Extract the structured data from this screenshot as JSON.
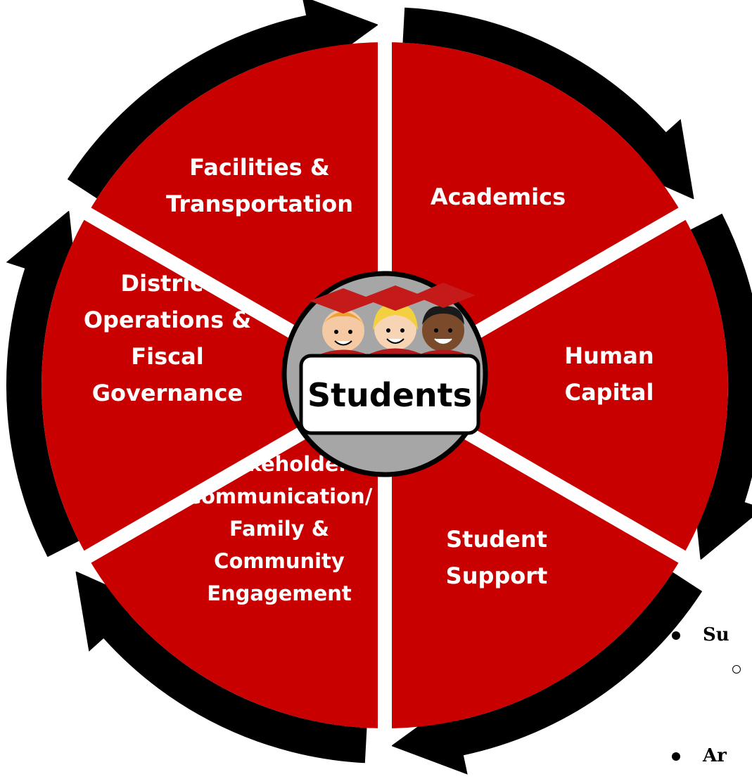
{
  "colors": {
    "segment": "#c80000",
    "ring": "#000000",
    "divider": "#ffffff",
    "hub": "#a6a6a6",
    "label_box": "#ffffff"
  },
  "center": {
    "label": "Students",
    "illustration": "three-graduate-children"
  },
  "segments": [
    {
      "name": "academics",
      "lines": [
        "Academics"
      ]
    },
    {
      "name": "human-capital",
      "lines": [
        "Human",
        "Capital"
      ]
    },
    {
      "name": "student-support",
      "lines": [
        "Student",
        "Support"
      ]
    },
    {
      "name": "stakeholder-communication",
      "lines": [
        "Stakeholder",
        "Communication/",
        "Family &",
        "Community",
        "Engagement"
      ]
    },
    {
      "name": "district-operations",
      "lines": [
        "District",
        "Operations &",
        "Fiscal",
        "Governance"
      ]
    },
    {
      "name": "facilities-transportation",
      "lines": [
        "Facilities &",
        "Transportation"
      ]
    }
  ],
  "bullets": [
    {
      "type": "bullet",
      "text": "Su"
    },
    {
      "type": "sub-bullet",
      "text": ""
    },
    {
      "type": "bullet",
      "text": "Ar"
    }
  ]
}
